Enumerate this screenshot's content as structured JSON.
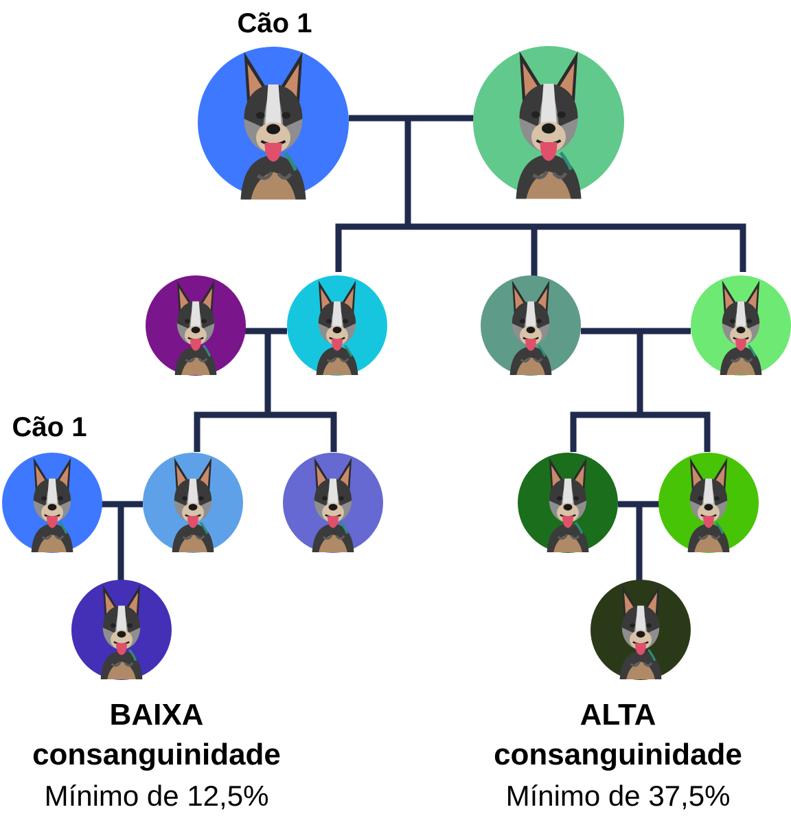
{
  "labels": {
    "top_dog": "Cão 1",
    "left_dog": "Cão 1"
  },
  "left_result": {
    "level": "BAIXA",
    "term": "consanguinidade",
    "minimum": "Mínimo de 12,5%"
  },
  "right_result": {
    "level": "ALTA",
    "term": "consanguinidade",
    "minimum": "Mínimo de 37,5%"
  },
  "colors": {
    "line": "#1f2a4d",
    "gen1_left": "#3d78ff",
    "gen1_right": "#62c98d",
    "gen2_a": "#7b158b",
    "gen2_b": "#16c6df",
    "gen2_c": "#5e9b88",
    "gen2_d": "#6ee973",
    "gen3_a": "#3d78ff",
    "gen3_b": "#5ea1e8",
    "gen3_c": "#6569d1",
    "gen3_d": "#1b6e1c",
    "gen3_e": "#47c406",
    "gen4_left": "#4330b6",
    "gen4_right": "#2a3a18"
  },
  "icon": "dog-portrait-icon"
}
